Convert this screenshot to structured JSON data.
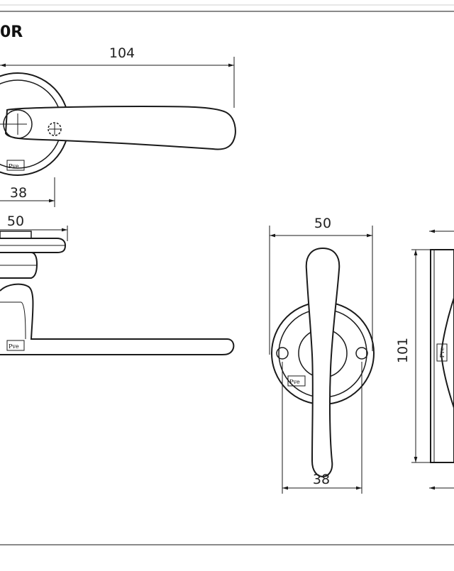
{
  "title": "0R",
  "logo_text": "Pve",
  "dimensions": {
    "top_view_length": "104",
    "top_view_rose_diameter": "38",
    "side_view_depth": "50",
    "front_view_width": "50",
    "front_view_rose_diameter": "38",
    "side_view_height": "101"
  },
  "colors": {
    "line": "#1a1a1a",
    "frame": "#8a8a8a"
  }
}
